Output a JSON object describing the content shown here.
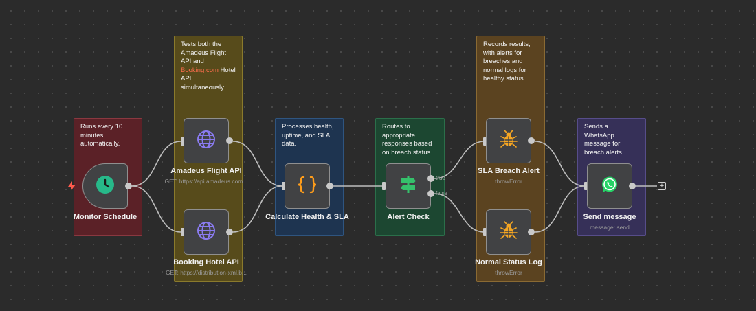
{
  "stickies": {
    "monitor": "Runs every 10 minutes automatically.",
    "tests_pre": "Tests both the Amadeus Flight API and ",
    "tests_link": "Booking.com",
    "tests_post": " Hotel API simultaneously.",
    "processes": "Processes health, uptime, and SLA data.",
    "routes": "Routes to appropriate responses based on breach status.",
    "records": "Records results, with alerts for breaches and normal logs for healthy status.",
    "sends": "Sends a WhatsApp message for breach alerts."
  },
  "nodes": {
    "monitor": {
      "label": "Monitor Schedule"
    },
    "amadeus": {
      "label": "Amadeus Flight API",
      "sub": "GET: https://api.amadeus.com..."
    },
    "booking": {
      "label": "Booking Hotel API",
      "sub": "GET: https://distribution-xml.b..."
    },
    "calc": {
      "label": "Calculate Health & SLA"
    },
    "alert": {
      "label": "Alert Check",
      "true_label": "true",
      "false_label": "false"
    },
    "sla": {
      "label": "SLA Breach Alert",
      "sub": "throwError"
    },
    "normal": {
      "label": "Normal Status Log",
      "sub": "throwError"
    },
    "send": {
      "label": "Send message",
      "sub": "message: send"
    }
  },
  "colors": {
    "canvas": "#2b2b2b",
    "schedule_green": "#27b98a",
    "globe_purple": "#8a7bf0",
    "code_orange": "#ff9d1a",
    "switch_green": "#35c16b",
    "bug_orange": "#f5a623",
    "whatsapp_green": "#25d366",
    "trigger_red": "#ff5a4d",
    "link_orange": "#ff6d4d"
  },
  "icons": {
    "monitor": "clock-icon",
    "amadeus": "globe-icon",
    "booking": "globe-icon",
    "calc": "code-braces-icon",
    "alert": "signpost-icon",
    "sla": "bug-icon",
    "normal": "bug-icon",
    "send": "whatsapp-icon",
    "trigger": "lightning-bolt-icon",
    "add": "plus-icon"
  }
}
